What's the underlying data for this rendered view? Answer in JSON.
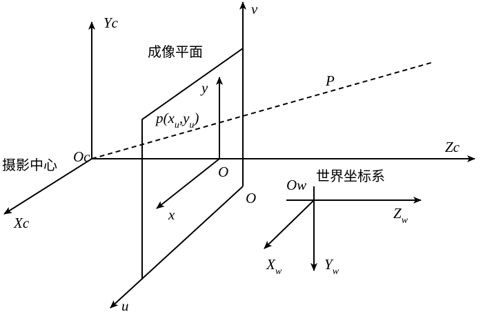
{
  "labels": {
    "yc": "Yc",
    "v": "v",
    "image_plane": "成像平面",
    "y": "y",
    "P": "P",
    "p_point": "p(x",
    "p_sub_u1": "u",
    "p_comma_y": ",y",
    "p_sub_u2": "u",
    "p_close": ")",
    "zc": "Zc",
    "oc": "Oc",
    "camera_center": "摄影中心",
    "o_center": "O",
    "ow": "Ow",
    "world_coord": "世界坐标系",
    "o_corner": "O",
    "x": "x",
    "xc": "Xc",
    "zw": "Z",
    "zw_sub": "w",
    "xw": "X",
    "xw_sub": "w",
    "yw": "Y",
    "yw_sub": "w",
    "u": "u"
  },
  "colors": {
    "ink": "#000000",
    "background": "#ffffff"
  }
}
